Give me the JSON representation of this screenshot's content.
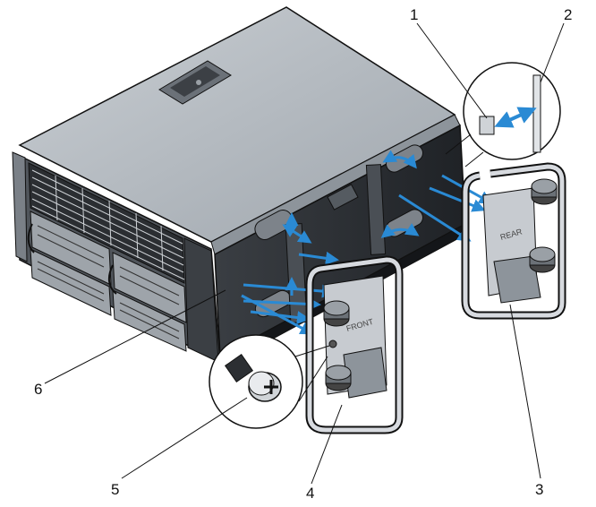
{
  "callouts": [
    {
      "number": "1"
    },
    {
      "number": "2"
    },
    {
      "number": "3"
    },
    {
      "number": "4"
    },
    {
      "number": "5"
    },
    {
      "number": "6"
    }
  ],
  "handle_labels": {
    "front": "FRONT",
    "rear": "REAR"
  },
  "colors": {
    "arrow": "#2a8ad4",
    "chassis_top": "#b9bfc6",
    "chassis_side": "#2d3034",
    "handle_metal": "#d7dadf",
    "outline": "#111111"
  },
  "icons": [
    "thumbscrew-icon",
    "plus-icon"
  ]
}
